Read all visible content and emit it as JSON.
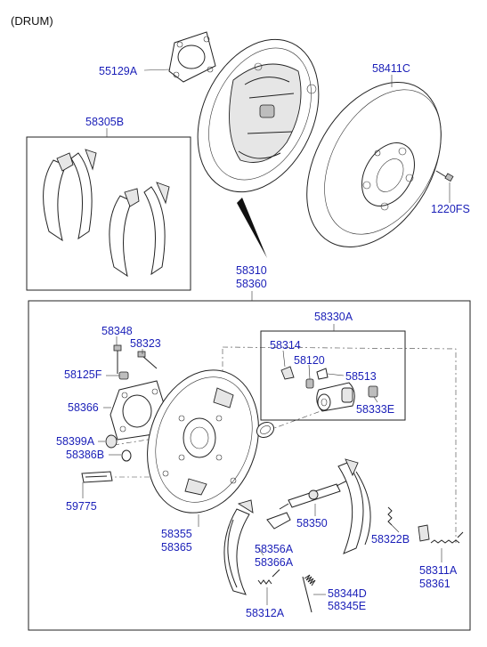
{
  "title": "(DRUM)",
  "colors": {
    "label": "#1a1fb8",
    "line": "#222222",
    "text": "#111111"
  },
  "parts": {
    "p55129A": "55129A",
    "p58411C": "58411C",
    "p58305B": "58305B",
    "p1220FS": "1220FS",
    "p58310": "58310",
    "p58360": "58360",
    "p58330A": "58330A",
    "p58348": "58348",
    "p58323": "58323",
    "p58314": "58314",
    "p58120": "58120",
    "p58125F": "58125F",
    "p58513": "58513",
    "p58366": "58366",
    "p58333E": "58333E",
    "p58399A": "58399A",
    "p58386B": "58386B",
    "p59775": "59775",
    "p58350": "58350",
    "p58355": "58355",
    "p58365": "58365",
    "p58322B": "58322B",
    "p58356A": "58356A",
    "p58366A": "58366A",
    "p58311A": "58311A",
    "p58361": "58361",
    "p58344D": "58344D",
    "p58345E": "58345E",
    "p58312A": "58312A"
  }
}
